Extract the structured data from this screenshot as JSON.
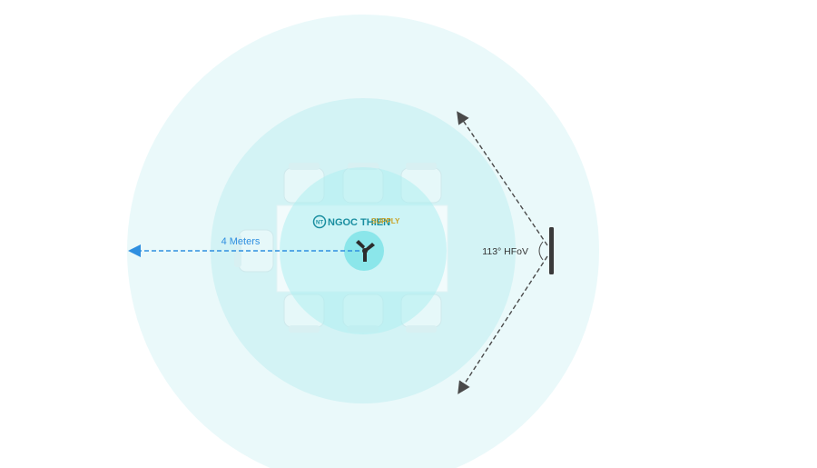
{
  "distance_label": "4 Meters",
  "fov_label": "113° HFoV",
  "logo": {
    "mark": "NT",
    "name": "NGOC THIEN",
    "suffix": "SUPPLY"
  },
  "colors": {
    "coverage_outer": "#eaf9fa",
    "coverage_middle": "#d3f3f5",
    "coverage_inner": "#aeeef1",
    "mic_pod": "#7fe3e8",
    "distance_arrow": "#2f8fe0",
    "fov_arrow": "#4a4a4a",
    "camera": "#3a3a3a",
    "chair": "#e6f8f9",
    "logo_teal": "#1a8ea0",
    "logo_gold": "#c9a227"
  },
  "icons": {
    "microphone": "tri-mic-icon",
    "camera": "camera-bar-icon",
    "logo": "ngoc-thien-logo-icon"
  }
}
